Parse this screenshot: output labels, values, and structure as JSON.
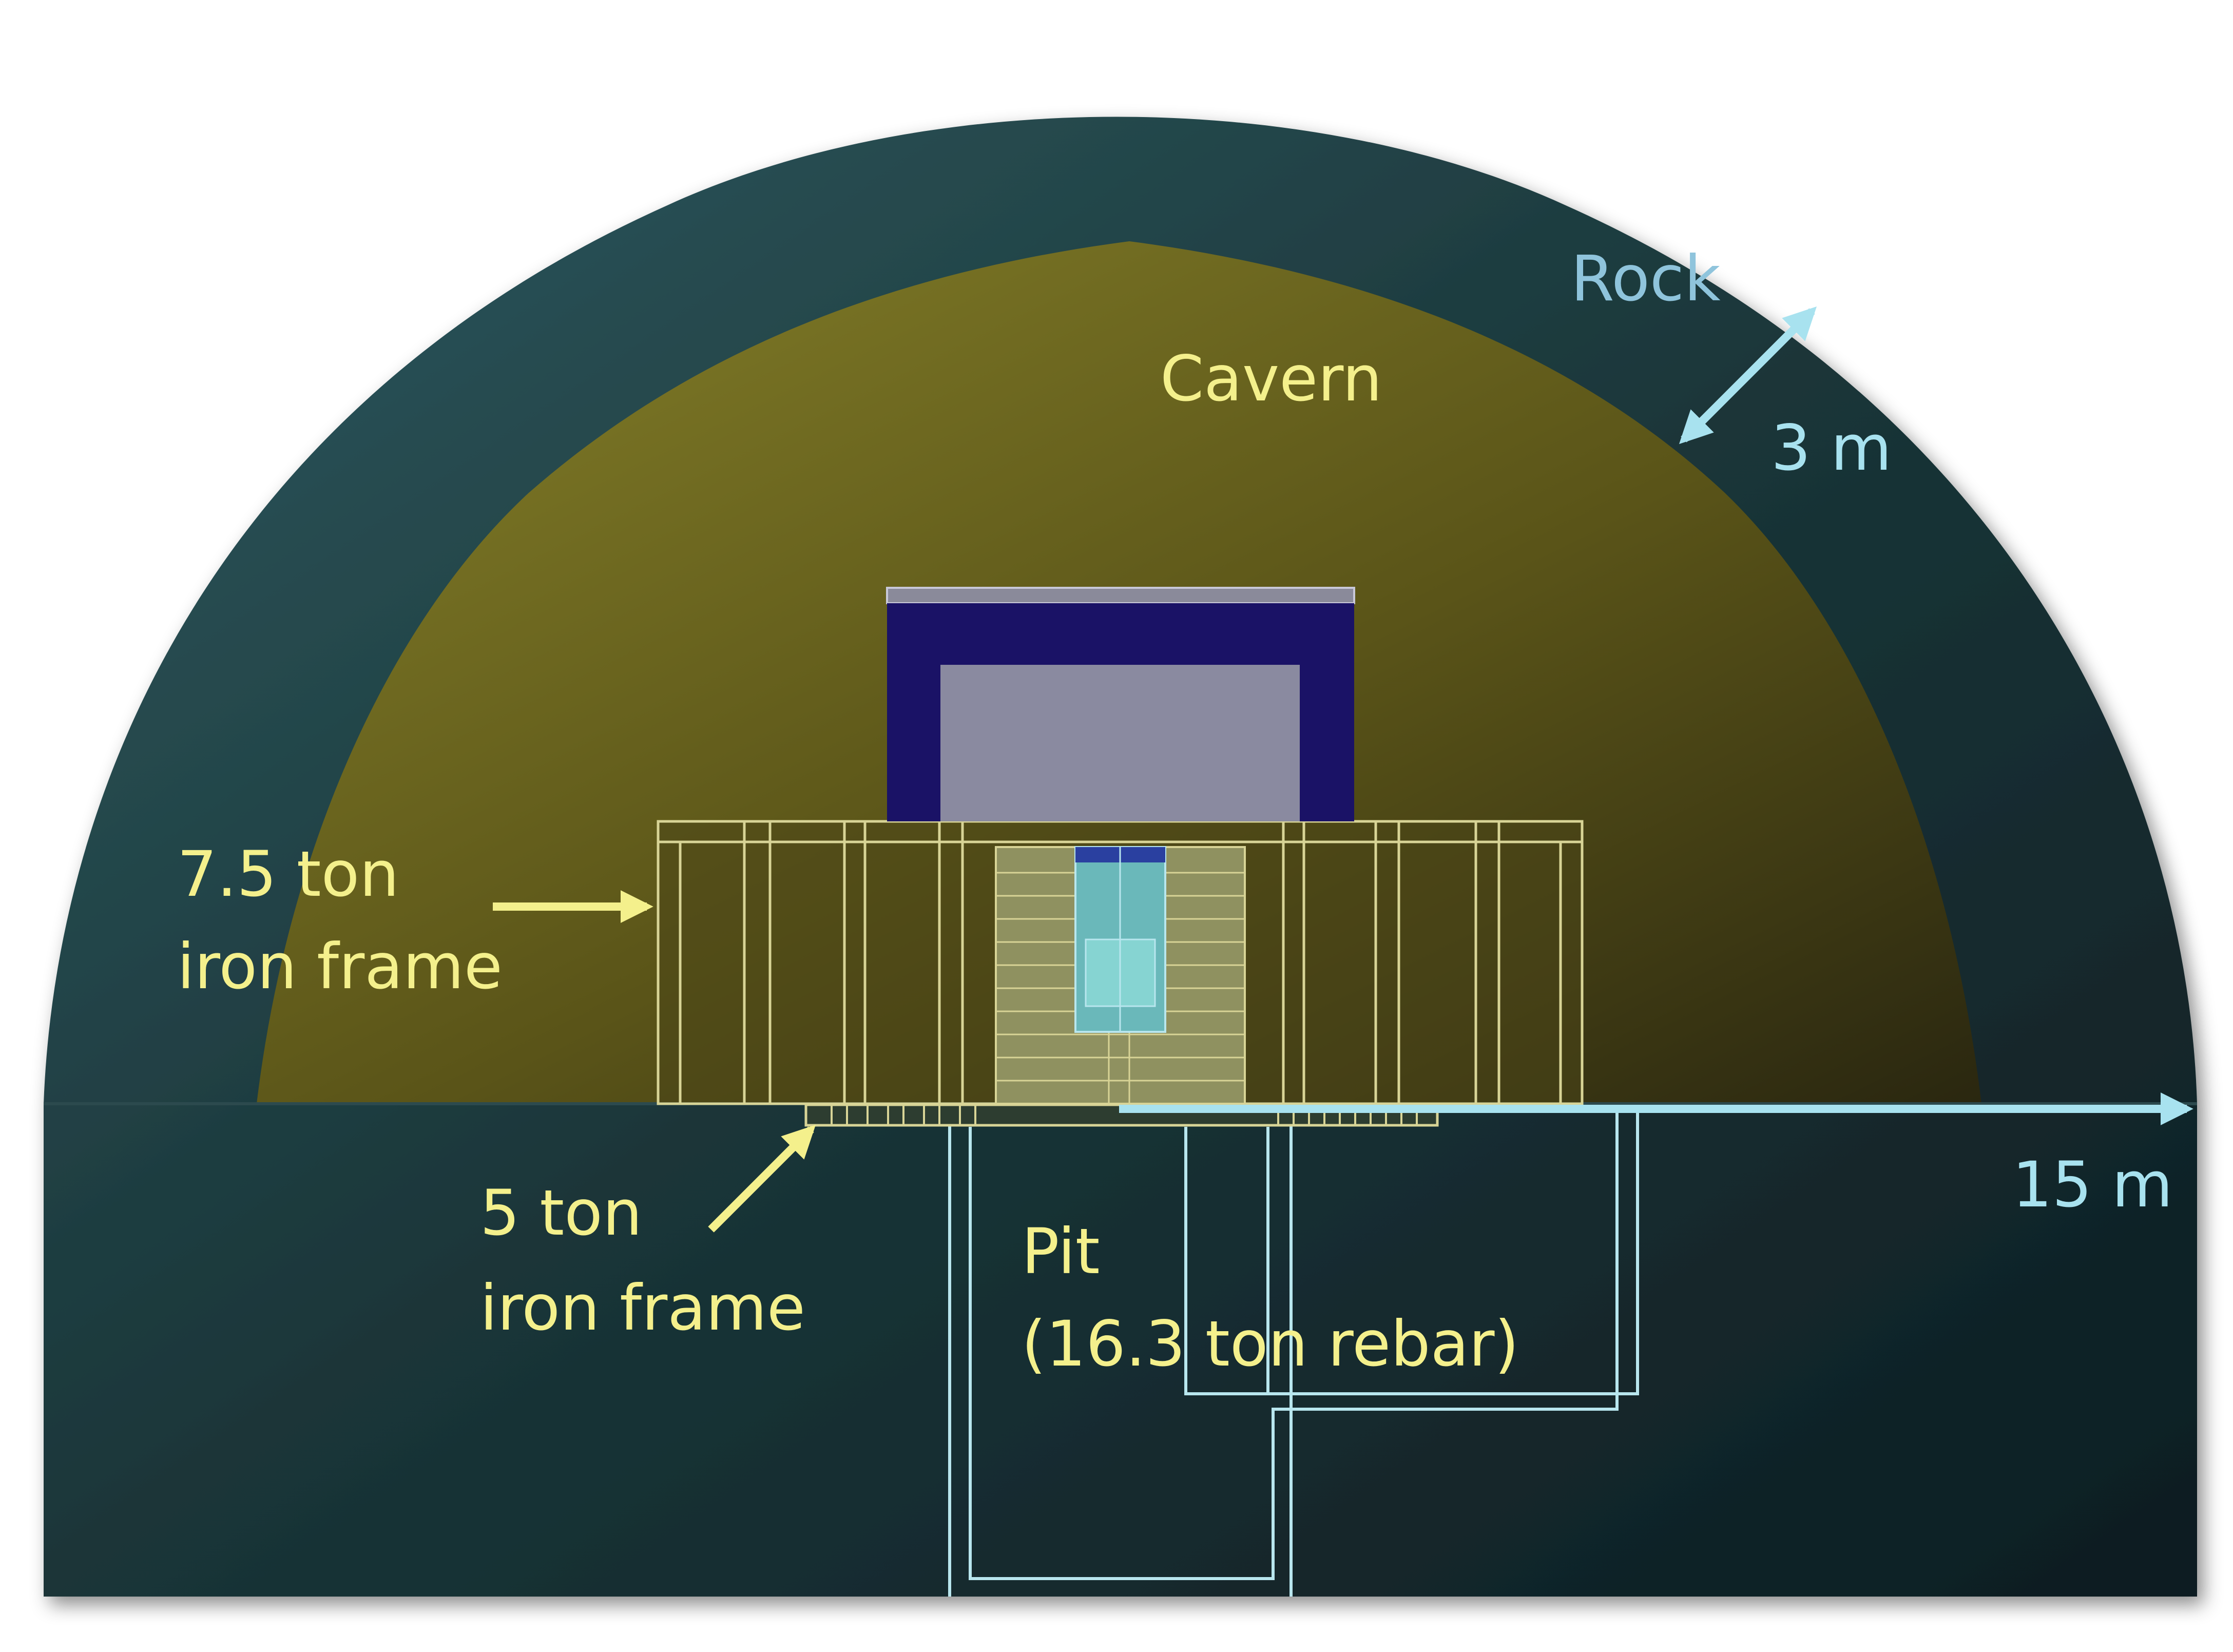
{
  "labels": {
    "rock": "Rock",
    "cavern": "Cavern",
    "rock_thickness": "3 m",
    "width": "15 m",
    "frame_upper_line1": "7.5 ton",
    "frame_upper_line2": "iron frame",
    "frame_lower_line1": "5 ton",
    "frame_lower_line2": "iron frame",
    "pit_line1": "Pit",
    "pit_line2": "(16.3 ton rebar)"
  },
  "colors": {
    "rock": "#1e3d42",
    "cavern": "#6e6a1e",
    "outline": "#e0dc8a",
    "pit_outline": "#b8e6ee",
    "shield_outer": "#1a1266",
    "shield_inner": "#8a8aa0",
    "text_yellow": "#f4f08c",
    "text_blue": "#a8e2ef"
  }
}
